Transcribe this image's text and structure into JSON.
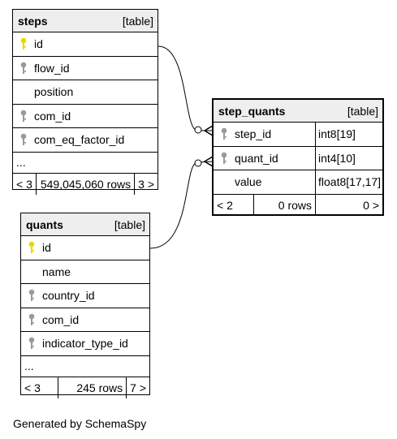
{
  "tables": {
    "steps": {
      "name": "steps",
      "kind": "[table]",
      "columns": [
        {
          "name": "id",
          "key": "primary"
        },
        {
          "name": "flow_id",
          "key": "foreign"
        },
        {
          "name": "position",
          "key": "none"
        },
        {
          "name": "com_id",
          "key": "foreign"
        },
        {
          "name": "com_eq_factor_id",
          "key": "foreign"
        }
      ],
      "more": "...",
      "footer": {
        "parents": "< 3",
        "rows": "549,045,060 rows",
        "children": "3 >"
      }
    },
    "step_quants": {
      "name": "step_quants",
      "kind": "[table]",
      "columns": [
        {
          "name": "step_id",
          "key": "foreign",
          "type": "int8[19]"
        },
        {
          "name": "quant_id",
          "key": "foreign",
          "type": "int4[10]"
        },
        {
          "name": "value",
          "key": "none",
          "type": "float8[17,17]"
        }
      ],
      "footer": {
        "parents": "< 2",
        "rows": "0 rows",
        "children": "0 >"
      }
    },
    "quants": {
      "name": "quants",
      "kind": "[table]",
      "columns": [
        {
          "name": "id",
          "key": "primary"
        },
        {
          "name": "name",
          "key": "none"
        },
        {
          "name": "country_id",
          "key": "foreign"
        },
        {
          "name": "com_id",
          "key": "foreign"
        },
        {
          "name": "indicator_type_id",
          "key": "foreign"
        }
      ],
      "more": "...",
      "footer": {
        "parents": "< 3",
        "rows": "245 rows",
        "children": "7 >"
      }
    }
  },
  "colors": {
    "primary_key": "#e8d800",
    "foreign_key": "#9a9a9a",
    "header_bg": "#eeeeee"
  },
  "generated_by": "Generated by SchemaSpy"
}
